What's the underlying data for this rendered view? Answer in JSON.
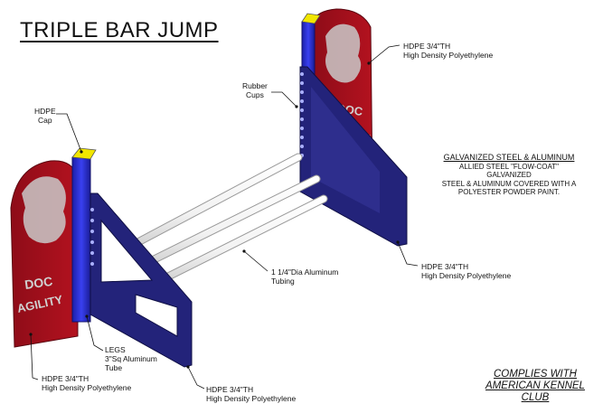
{
  "title": "TRIPLE BAR JUMP",
  "labels": {
    "hdpe_cap": [
      "HDPE",
      "Cap"
    ],
    "rubber_cups": [
      "Rubber",
      "Cups"
    ],
    "hdpe_top_right": [
      "HDPE 3/4\"TH",
      "High Density Polyethylene"
    ],
    "hdpe_mid_right": [
      "HDPE 3/4\"TH",
      "High Density Polyethylene"
    ],
    "tubing": [
      "1 1/4\"Dia Aluminum",
      "Tubing"
    ],
    "legs": [
      "LEGS",
      "3\"Sq Aluminum",
      "Tube"
    ],
    "hdpe_bottom_left": [
      "HDPE 3/4\"TH",
      "High Density Polyethylene"
    ],
    "hdpe_bottom_mid": [
      "HDPE 3/4\"TH",
      "High Density Polyethylene"
    ]
  },
  "materials": {
    "heading": "GALVANIZED STEEL & ALUMINUM",
    "lines": [
      "ALLIED STEEL \"FLOW-COAT\"",
      "GALVANIZED",
      "STEEL & ALUMINUM COVERED WITH A",
      "POLYESTER POWDER PAINT."
    ]
  },
  "compliance": [
    "COMPLIES WITH",
    "AMERICAN KENNEL",
    "CLUB"
  ],
  "panel_logo": {
    "line1": "DOC",
    "line2": "AGILITY"
  },
  "colors": {
    "panel_red": "#a0101e",
    "leg_blue": "#2a2fd0",
    "frame_navy": "#23237a",
    "cap_yellow": "#f2e600",
    "tube_white": "#eeeeee"
  }
}
